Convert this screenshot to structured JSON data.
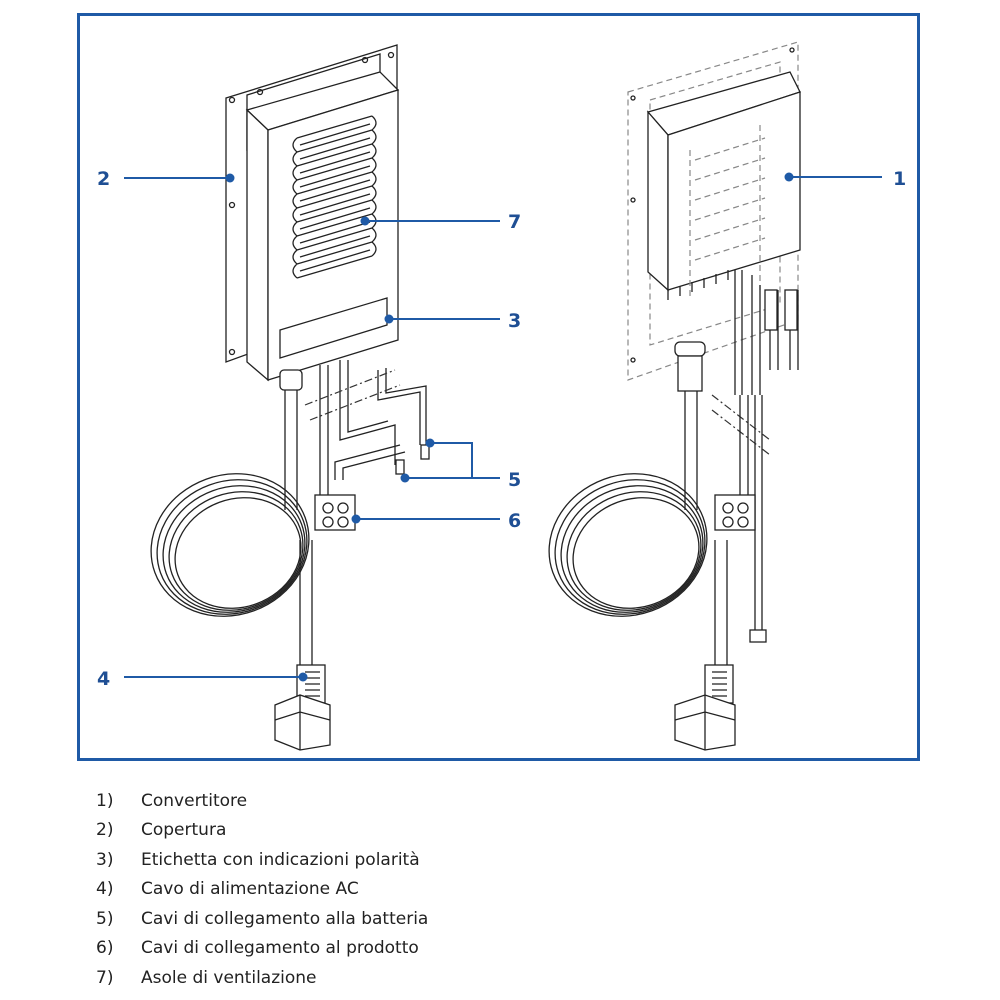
{
  "figure": {
    "callouts": [
      "1",
      "2",
      "3",
      "4",
      "5",
      "6",
      "7"
    ],
    "accent_color": "#1f5aa6"
  },
  "legend": [
    {
      "num": "1)",
      "text": "Convertitore"
    },
    {
      "num": "2)",
      "text": "Copertura"
    },
    {
      "num": "3)",
      "text": "Etichetta con indicazioni polarità"
    },
    {
      "num": "4)",
      "text": "Cavo di alimentazione AC"
    },
    {
      "num": "5)",
      "text": "Cavi di collegamento alla batteria"
    },
    {
      "num": "6)",
      "text": "Cavi di collegamento al prodotto"
    },
    {
      "num": "7)",
      "text": "Asole di ventilazione"
    }
  ]
}
